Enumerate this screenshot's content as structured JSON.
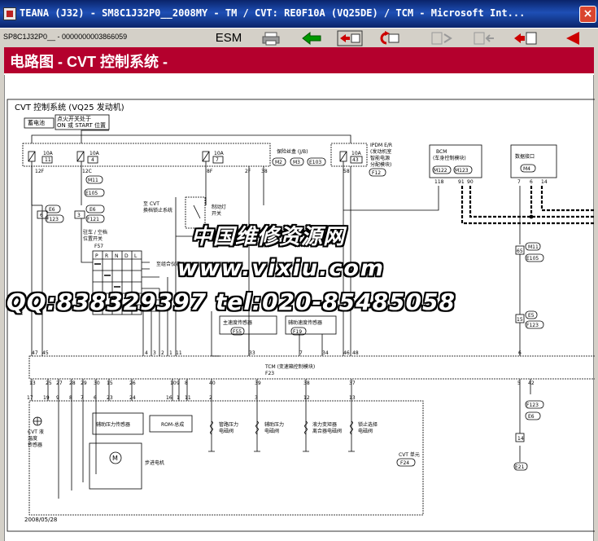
{
  "window": {
    "title": "TEANA (J32) - SM8C1J32P0__2008MY - TM / CVT: RE0F10A (VQ25DE) / TCM - Microsoft Int...",
    "close_label": "×"
  },
  "toolbar": {
    "doc_id": "SP8C1J32P0__ - 0000000003866059",
    "esm_label": "ESM"
  },
  "page_header": {
    "title": "电路图 - CVT 控制系统 -"
  },
  "diagram": {
    "title": "CVT 控制系统 (VQ25 发动机)",
    "legend_battery": "蓄电池",
    "legend_ign_1": "点火开关处于",
    "legend_ign_2": "ON 或 START 位置",
    "fuse1": "10A",
    "fuse1_no": "11",
    "fuse2": "10A",
    "fuse2_no": "4",
    "fuse3": "10A",
    "fuse3_no": "7",
    "fuse4": "10A",
    "fuse4_no": "43",
    "fuse_pin1": "12F",
    "fuse_pin2": "12C",
    "fuse_pin3": "8F",
    "fuse_pin4": "2F",
    "fuse_pin5": "38",
    "fuse_pin6": "58",
    "jb_label": "保险丝盒 (J/B)",
    "conn_m2": "M2",
    "conn_m3": "M3",
    "conn_e103": "E103",
    "ipdm_1": "IPDM E/R",
    "ipdm_2": "(发动机室",
    "ipdm_3": "智能电源",
    "ipdm_4": "分配模块)",
    "conn_f12": "F12",
    "bcm_1": "BCM",
    "bcm_2": "(车身控制模块)",
    "conn_m122": "M122",
    "conn_m123": "M123",
    "bcm_pin1": "118",
    "bcm_pin2": "91",
    "bcm_pin3": "90",
    "dlc_label": "数据接口",
    "conn_m4": "M4",
    "dlc_pin1": "7",
    "dlc_pin2": "6",
    "dlc_pin3": "14",
    "conn_m11": "M11",
    "conn_e105": "E105",
    "conn_e6": "E6",
    "conn_f123": "F123",
    "conn_f121": "F121",
    "conn_f57": "F57",
    "pin_6": "6",
    "pin_3": "3",
    "shift_1": "驻车 / 空档",
    "shift_2": "位置开关",
    "prnd_p": "P",
    "prnd_r": "R",
    "prnd_n": "N",
    "prnd_d": "D",
    "prnd_l": "L",
    "to_cvt_1": "至 CVT",
    "to_cvt_2": "换档锁止系统",
    "brake_1": "制动灯",
    "brake_2": "开关",
    "to_combo": "至组合仪表",
    "ms_1": "主速度传感器",
    "ms_conn": "F55",
    "as_1": "辅助速度传感器",
    "as_conn": "F19",
    "pin_65": "65",
    "pin_15": "15",
    "conn_e5": "E5",
    "tcm_label": "TCM (变速箱控制模块)",
    "conn_f23": "F23",
    "tcm_top_pins": [
      "47",
      "45",
      "4",
      "3",
      "2",
      "1",
      "11",
      "33",
      "7",
      "34",
      "46",
      "48",
      "6"
    ],
    "tcm_bot_pins": [
      "13",
      "25",
      "27",
      "28",
      "29",
      "30",
      "15",
      "26",
      "10",
      "9",
      "8",
      "40",
      "39",
      "38",
      "37",
      "5",
      "42"
    ],
    "cvt_pins": [
      "17",
      "19",
      "9",
      "8",
      "7",
      "6",
      "23",
      "24",
      "16",
      "1",
      "11",
      "2",
      "3",
      "12",
      "13"
    ],
    "cvt_temp_1": "CVT 液",
    "cvt_temp_2": "温度",
    "cvt_temp_3": "传感器",
    "aux_press": "辅助压力传感器",
    "rom": "ROM-总成",
    "line_press_1": "管路压力",
    "line_press_2": "电磁阀",
    "sec_press_1": "辅助压力",
    "sec_press_2": "电磁阀",
    "tc_1": "液力变矩器",
    "tc_2": "离合器电磁阀",
    "lock_1": "锁止选择",
    "lock_2": "电磁阀",
    "cvt_unit": "CVT 单元",
    "conn_f24": "F24",
    "motor_symbol": "M",
    "stepper": "步进电机",
    "conn_e6b": "E6",
    "conn_f123b": "F123",
    "pin_14": "14",
    "conn_e21": "E21",
    "date": "2008/05/28"
  },
  "watermark": {
    "line1": "中国维修资源网",
    "line2": "www.vixiu.com",
    "line3": "QQ:838329397  tel:020-85485058"
  },
  "colors": {
    "header_bg": "#b4002d",
    "titlebar": "#0a246a",
    "arrow_green": "#009900",
    "arrow_red": "#cc0000"
  }
}
